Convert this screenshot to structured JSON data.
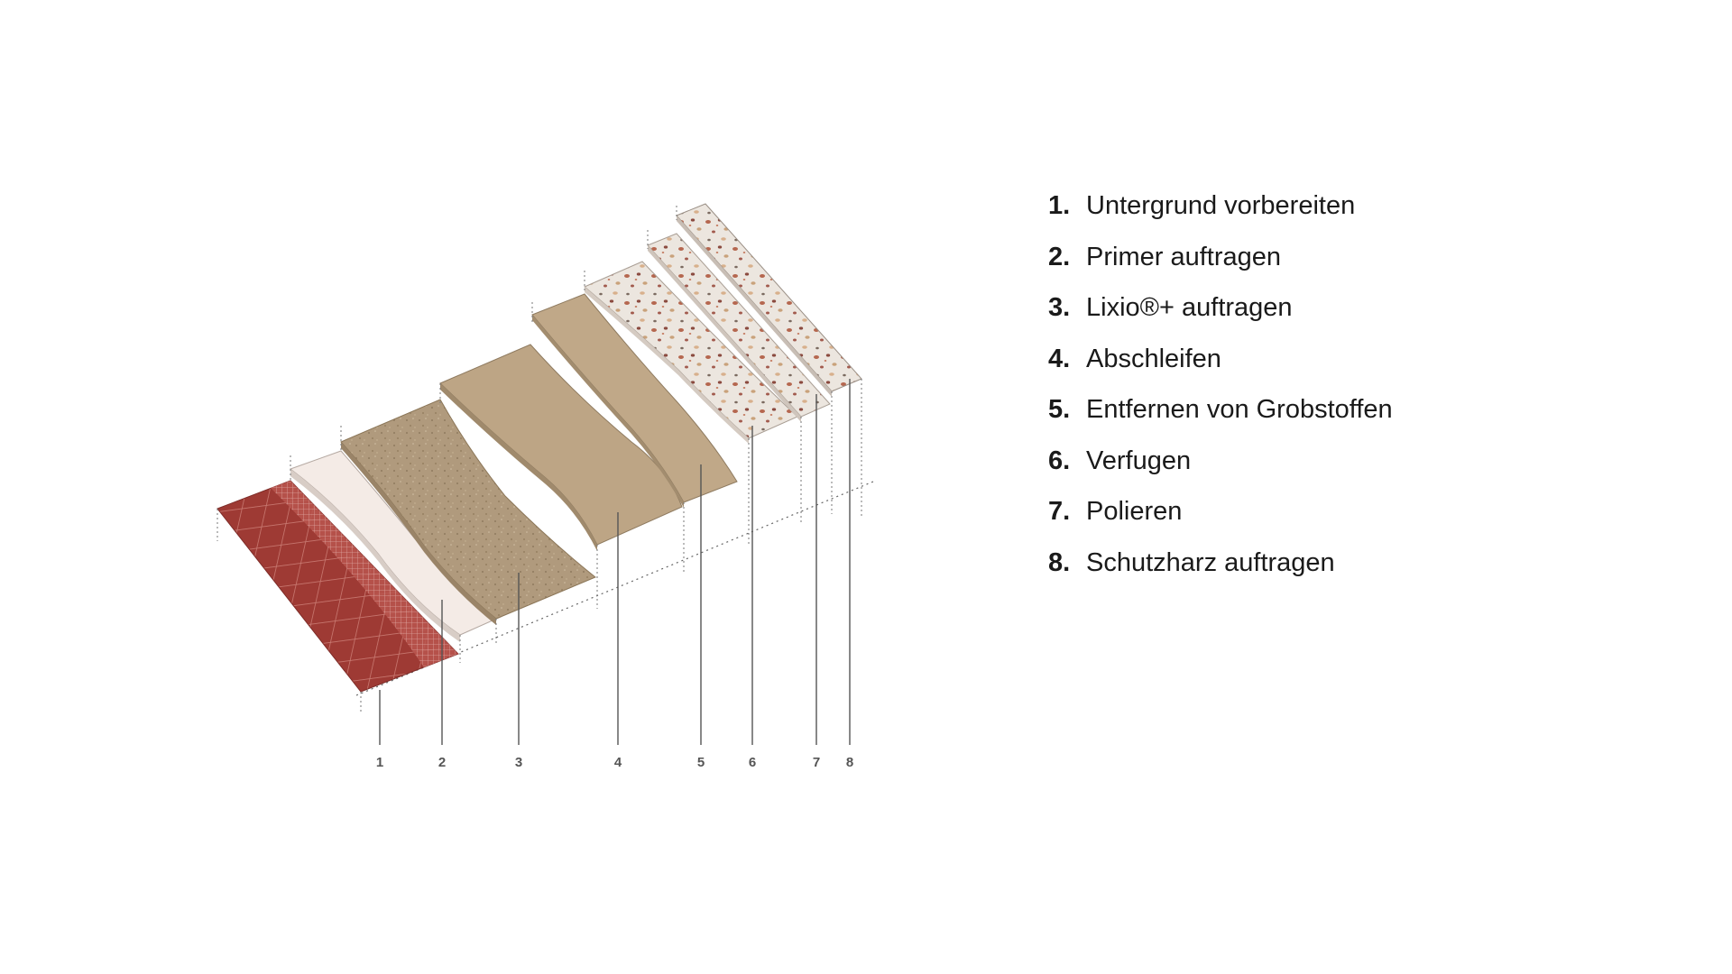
{
  "colors": {
    "brick": "#9e3a34",
    "brick_grid": "#c97a72",
    "primer": "#f4ebe6",
    "lixio": "#b09a7d",
    "sanded": "#bda585",
    "terrazzo_base": "#ece6df",
    "leader": "#555555",
    "text": "#1a1a1a"
  },
  "layers": [
    {
      "number": "1"
    },
    {
      "number": "2"
    },
    {
      "number": "3"
    },
    {
      "number": "4"
    },
    {
      "number": "5"
    },
    {
      "number": "6"
    },
    {
      "number": "7"
    },
    {
      "number": "8"
    }
  ],
  "steps": [
    {
      "number": "1.",
      "label": "Untergrund vorbereiten"
    },
    {
      "number": "2.",
      "label": "Primer auftragen"
    },
    {
      "number": "3.",
      "label": "Lixio®+ auftragen"
    },
    {
      "number": "4.",
      "label": "Abschleifen"
    },
    {
      "number": "5.",
      "label": "Entfernen von Grobstoffen"
    },
    {
      "number": "6.",
      "label": "Verfugen"
    },
    {
      "number": "7.",
      "label": "Polieren"
    },
    {
      "number": "8.",
      "label": "Schutzharz auftragen"
    }
  ]
}
